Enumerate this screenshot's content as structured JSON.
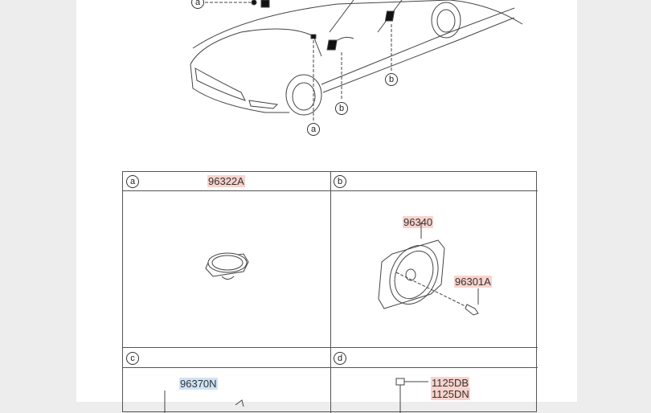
{
  "car_callouts": {
    "a_top": "a",
    "a_bottom": "a",
    "b_front": "b",
    "b_rear": "b"
  },
  "sections": [
    {
      "letter": "a",
      "parts": [
        "96322A"
      ]
    },
    {
      "letter": "b",
      "parts": [
        "96340",
        "96301A"
      ]
    },
    {
      "letter": "c",
      "parts": [
        "96370N"
      ]
    },
    {
      "letter": "d",
      "parts": [
        "1125DB",
        "1125DN"
      ]
    }
  ],
  "colors": {
    "part_highlight_red": "#f8d3cc",
    "part_highlight_blue": "#cfe3f6"
  }
}
